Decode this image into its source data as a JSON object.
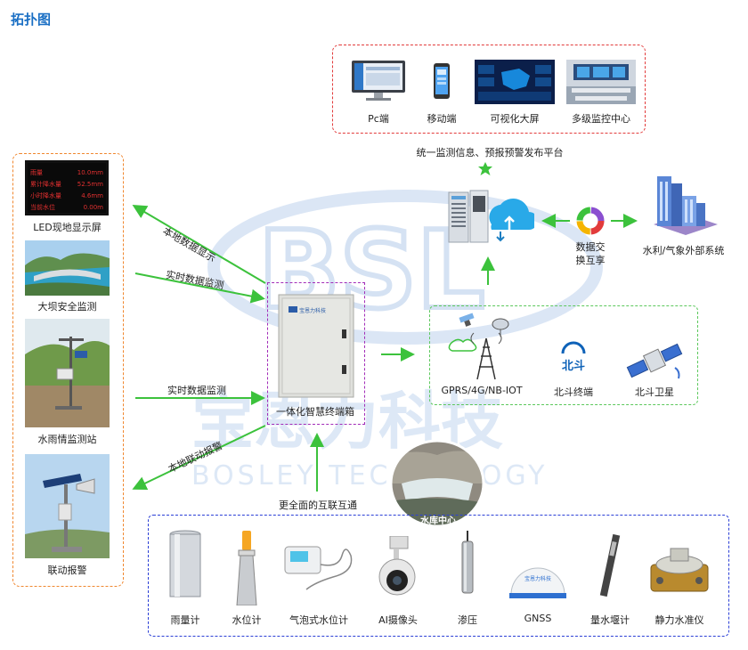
{
  "title": "拓扑图",
  "platform": {
    "items": [
      "Pc端",
      "移动端",
      "可视化大屏",
      "多级监控中心"
    ],
    "caption": "统一监测信息、预报预警发布平台"
  },
  "left_panel": {
    "items": [
      "LED现地显示屏",
      "大坝安全监测",
      "水雨情监测站",
      "联动报警"
    ],
    "led_lines": [
      {
        "k": "雨量",
        "v": "10.0mm"
      },
      {
        "k": "累计降水量",
        "v": "52.5mm"
      },
      {
        "k": "小时降水量",
        "v": "4.6mm"
      },
      {
        "k": "当前水位",
        "v": "0.00m"
      }
    ]
  },
  "arrows": {
    "local_display": "本地数据显示",
    "realtime_monitor_1": "实时数据监测",
    "realtime_monitor_2": "实时数据监测",
    "local_alarm": "本地联动报警",
    "interconnect": "更全面的互联互通"
  },
  "terminal": {
    "label": "一体化智慧终端箱",
    "brand": "宝恩力科技"
  },
  "network": {
    "items": [
      "GPRS/4G/NB-IOT",
      "北斗终端",
      "北斗卫星"
    ],
    "beidou_logo": "北斗"
  },
  "exchange": {
    "label_line1": "数据交",
    "label_line2": "换互享"
  },
  "external": "水利/气象外部系统",
  "sensors": [
    "雨量计",
    "水位计",
    "气泡式水位计",
    "AI摄像头",
    "渗压",
    "GNSS",
    "量水堰计",
    "静力水准仪"
  ],
  "reservoir": "水库中心",
  "watermark": {
    "logo": "BSL",
    "cn": "宝恩力科技",
    "en": "BOSLEY TECHNOLOGY"
  },
  "colors": {
    "arrow": "#3cc23c",
    "title": "#1a6fc4"
  }
}
